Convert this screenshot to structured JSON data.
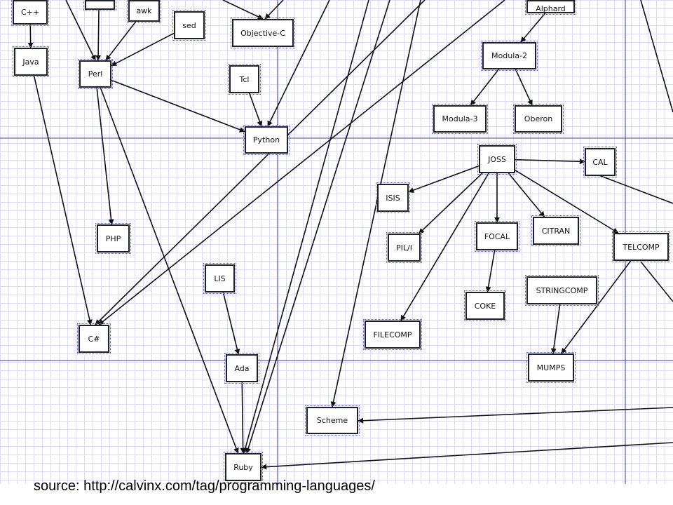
{
  "diagram": {
    "nodes": {
      "cpp": "C++",
      "java": "Java",
      "awk": "awk",
      "sed": "sed",
      "perl": "Perl",
      "objc": "Objective-C",
      "tcl": "Tcl",
      "python": "Python",
      "php": "PHP",
      "csharp": "C#",
      "lis": "LIS",
      "ada": "Ada",
      "ruby": "Ruby",
      "scheme": "Scheme",
      "alphard": "Alphard",
      "modula2": "Modula-2",
      "modula3": "Modula-3",
      "oberon": "Oberon",
      "joss": "JOSS",
      "cal": "CAL",
      "isis": "ISIS",
      "pl1": "PIL/I",
      "focal": "FOCAL",
      "citran": "CITRAN",
      "telcomp": "TELCOMP",
      "coke": "COKE",
      "stringcomp": "STRINGCOMP",
      "filecomp": "FILECOMP",
      "mumps": "MUMPS"
    },
    "edges": [
      [
        "cpp",
        "java"
      ],
      [
        "java",
        "csharp"
      ],
      [
        "awk",
        "perl"
      ],
      [
        "sed",
        "perl"
      ],
      [
        "perl",
        "python"
      ],
      [
        "perl",
        "php"
      ],
      [
        "perl",
        "ruby"
      ],
      [
        "tcl",
        "python"
      ],
      [
        "lis",
        "ada"
      ],
      [
        "ada",
        "ruby"
      ],
      [
        "alphard",
        "modula2"
      ],
      [
        "modula2",
        "modula3"
      ],
      [
        "modula2",
        "oberon"
      ],
      [
        "joss",
        "cal"
      ],
      [
        "joss",
        "isis"
      ],
      [
        "joss",
        "pl1"
      ],
      [
        "joss",
        "focal"
      ],
      [
        "joss",
        "citran"
      ],
      [
        "joss",
        "telcomp"
      ],
      [
        "joss",
        "filecomp"
      ],
      [
        "focal",
        "coke"
      ],
      [
        "stringcomp",
        "mumps"
      ],
      [
        "telcomp",
        "mumps"
      ]
    ]
  },
  "source": "source: http://calvinx.com/tag/programming-languages/"
}
